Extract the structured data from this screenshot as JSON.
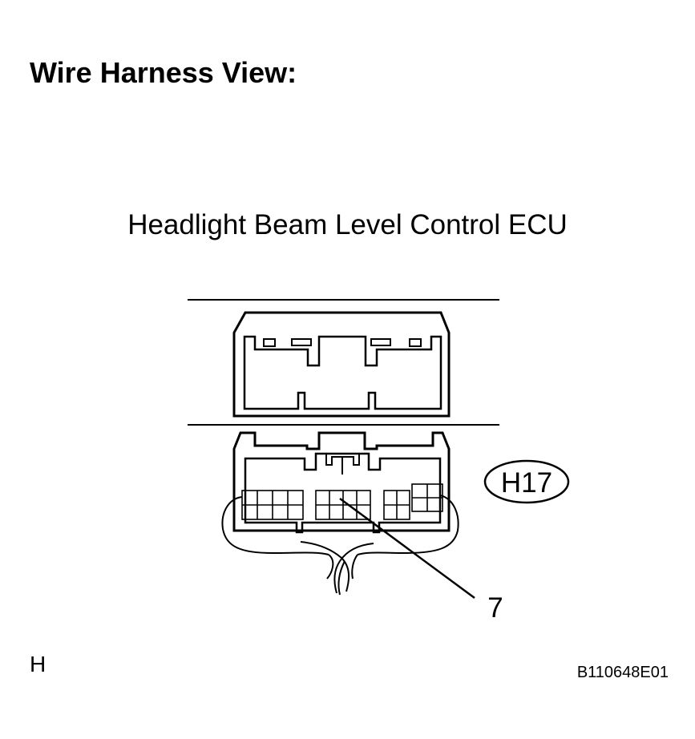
{
  "title": "Wire Harness View:",
  "component": "Headlight Beam Level Control ECU",
  "connector": {
    "code": "H17",
    "pin_callout": "7"
  },
  "view_code": "H",
  "figure_id": "B110648E01",
  "colors": {
    "line": "#000000",
    "background": "#ffffff"
  }
}
